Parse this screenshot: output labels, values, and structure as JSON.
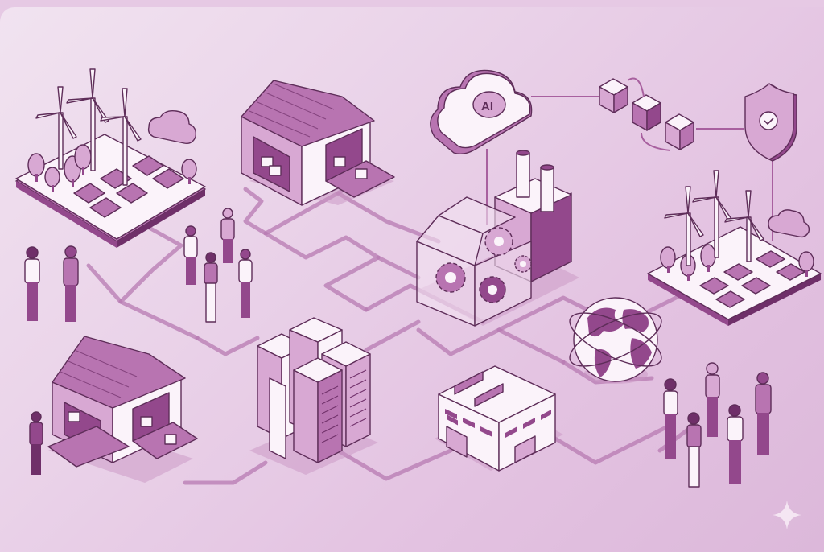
{
  "scene": {
    "title": "Connected industrial network illustration",
    "background_color": "#e8cde6",
    "accent_color": "#9b4f94",
    "light_color": "#fbf3fa",
    "dark_line_color": "#5e2d59"
  },
  "nodes": {
    "ai_cloud": {
      "label": "AI"
    },
    "blockchain": {
      "blocks": 3
    },
    "security_shield": {
      "icon": "check-icon"
    },
    "wind_solar_farm_left": {
      "turbines": 3,
      "panels": 6,
      "trees": 5
    },
    "wind_solar_farm_right": {
      "turbines": 3,
      "panels": 6,
      "trees": 4
    },
    "warehouse_top": {
      "boxes": 3
    },
    "warehouse_bottom": {
      "boxes": 3
    },
    "smart_factory": {
      "chimneys": 2,
      "gears": 4
    },
    "globe": {
      "orbits": 2
    },
    "data_center": {
      "towers": 5
    },
    "office_building": {
      "windows": 6
    },
    "people_groups": [
      {
        "id": "group-left",
        "count": 2
      },
      {
        "id": "group-top-center",
        "count": 4
      },
      {
        "id": "group-bottom-left",
        "count": 1
      },
      {
        "id": "group-bottom-right",
        "count": 5
      }
    ]
  },
  "watermark": {
    "icon": "sparkle-icon"
  }
}
